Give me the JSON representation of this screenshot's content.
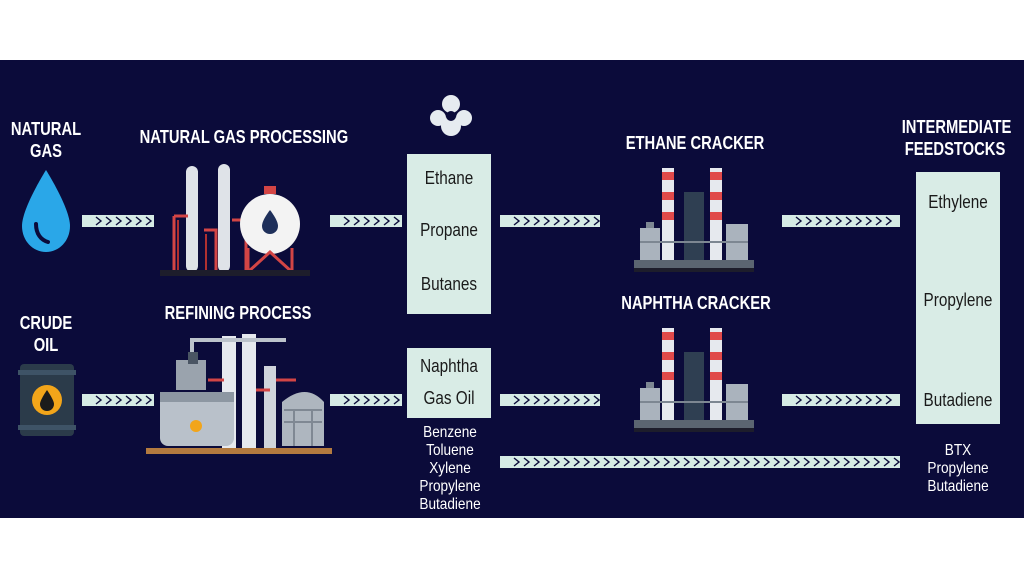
{
  "sources": {
    "natural_gas": "NATURAL\nGAS",
    "crude_oil": "CRUDE\nOIL"
  },
  "processes": {
    "natural_gas_processing": "NATURAL GAS PROCESSING",
    "refining_process": "REFINING PROCESS",
    "ethane_cracker": "ETHANE CRACKER",
    "naphtha_cracker": "NAPHTHA CRACKER"
  },
  "gas_products": [
    "Ethane",
    "Propane",
    "Butanes"
  ],
  "oil_products": [
    "Naphtha",
    "Gas Oil"
  ],
  "aromatics": [
    "Benzene",
    "Toluene",
    "Xylene",
    "Propylene",
    "Butadiene"
  ],
  "intermediate": {
    "title": "INTERMEDIATE\nFEEDSTOCKS",
    "items": [
      "Ethylene",
      "Propylene",
      "Butadiene"
    ]
  },
  "btx_outputs": [
    "BTX",
    "Propylene",
    "Butadiene"
  ],
  "icons": [
    "water-drop-icon",
    "oil-barrel-icon",
    "gas-plant-icon",
    "refinery-icon",
    "cracker-icon",
    "molecule-icon",
    "chevron-arrow-icon"
  ],
  "colors": {
    "background": "#0b0b3a",
    "box": "#d9ece6",
    "drop": "#2aa7e8",
    "red_accent": "#e04a4a"
  }
}
